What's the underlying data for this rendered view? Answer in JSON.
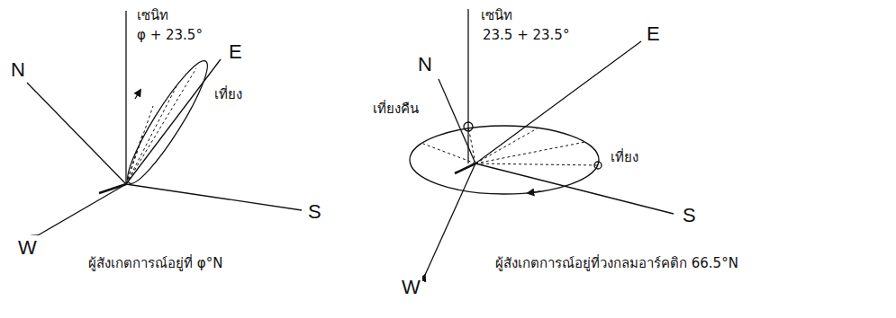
{
  "diagram": {
    "labels": [
      "เซนิท",
      "φ + 23.5°",
      "E",
      "เที่ยง",
      "N",
      "S",
      "W",
      "ผู้สังเกตการณ์อยู่ที่ φ°N",
      "เซนิท",
      "23.5 + 23.5°",
      "E",
      "N",
      "เที่ยงคืน",
      "เที่ยง",
      "S",
      "W",
      "ผู้สังเกตการณ์อยู่ที่วงกลมอาร์คติก 66.5°N"
    ]
  }
}
